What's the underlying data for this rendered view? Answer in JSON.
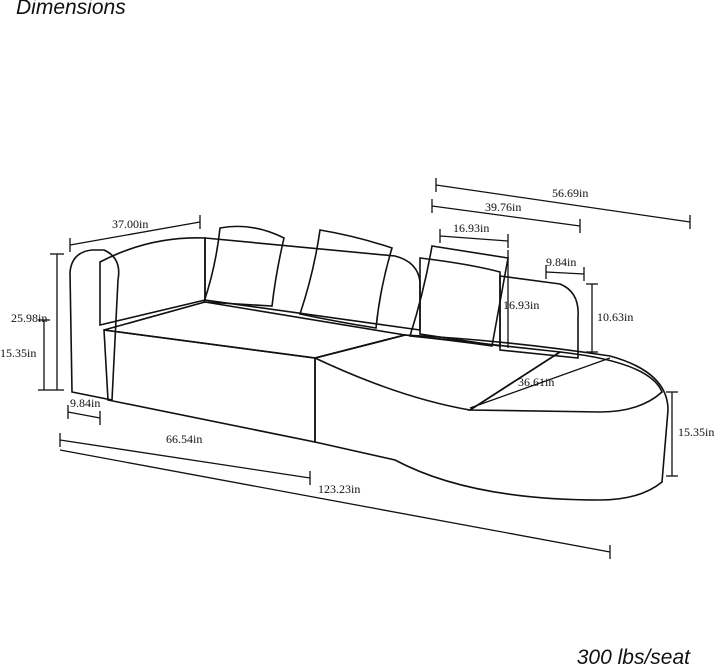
{
  "header": {
    "title": "Dimensions"
  },
  "footer": {
    "capacity": "300 lbs/seat"
  },
  "dimensions": {
    "arm_width_top": "37.00in",
    "overall_height": "25.98in",
    "seat_height_left": "15.35in",
    "arm_thickness": "9.84in",
    "left_section_length": "66.54in",
    "overall_length": "123.23in",
    "chaise_depth_overall": "56.69in",
    "chaise_inner": "39.76in",
    "chaise_back": "16.93in",
    "chaise_back_height": "16.93in",
    "chaise_arm_thickness": "9.84in",
    "chaise_arm_height": "10.63in",
    "chaise_seat_diagonal": "36.61in",
    "chaise_seat_height": "15.35in"
  }
}
